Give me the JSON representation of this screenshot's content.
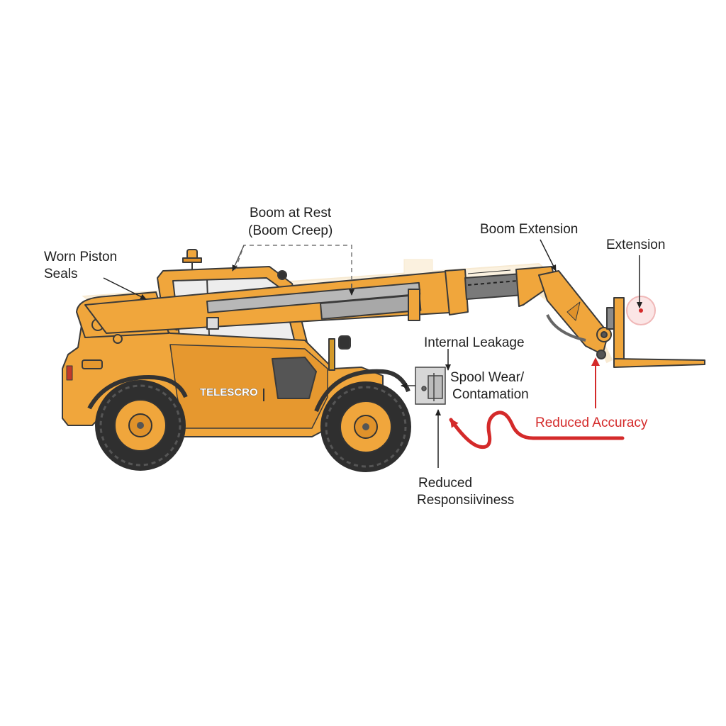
{
  "labels": {
    "worn_piston_seals": [
      "Worn Piston",
      "Seals"
    ],
    "boom_at_rest": [
      "Boom at Rest",
      "(Boom Creep)"
    ],
    "boom_extension": "Boom Extension",
    "extension": "Extension",
    "internal_leakage": "Internal Leakage",
    "spool_wear": [
      "Spool Wear/",
      "Contamation"
    ],
    "reduced_accuracy": "Reduced Accuracy",
    "reduced_responsiveness": [
      "Reduced",
      "Responsiiviness"
    ]
  },
  "machine": {
    "brand": "TELESCRO"
  },
  "colors": {
    "body": "#f0a63c",
    "body_shade": "#e0922a",
    "outline": "#3a3a3a",
    "steel": "#9a9a9a",
    "tire": "#2f2f2f",
    "accent_red": "#d42a2a",
    "ghost": "#f6dfb8"
  }
}
